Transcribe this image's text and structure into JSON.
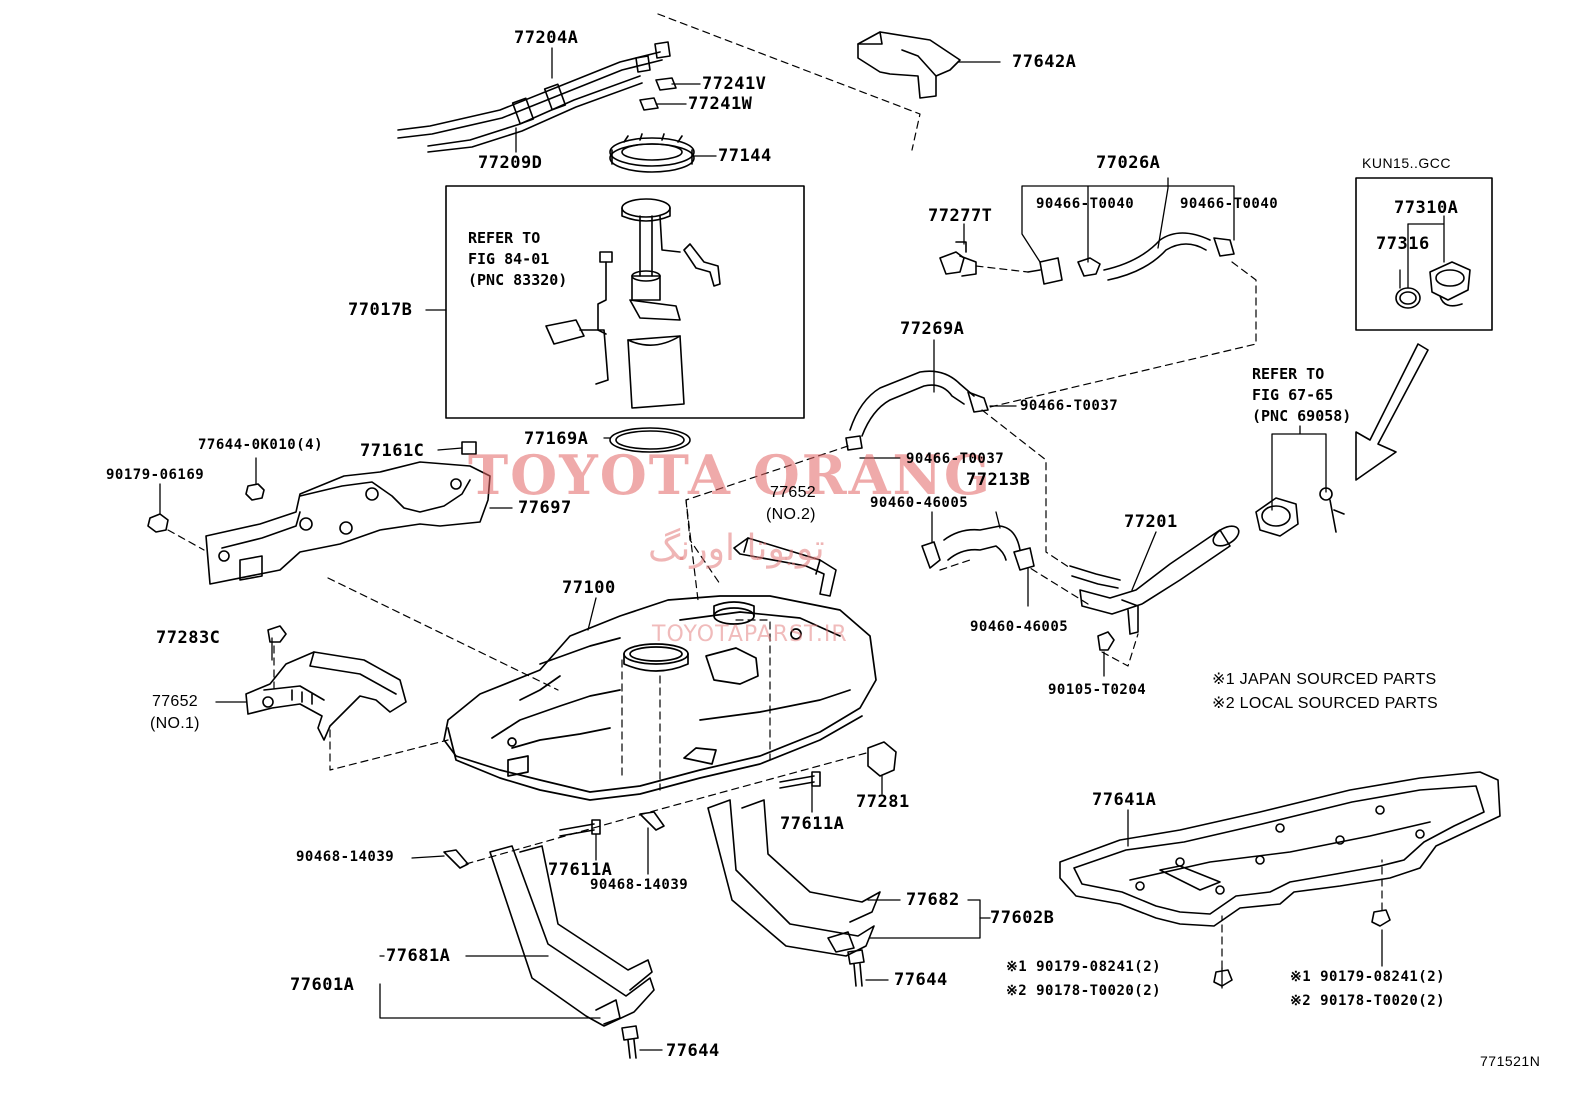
{
  "watermark": {
    "brand": "TOYOTA ORANG",
    "persian": "تویوتا اورنگ",
    "url": "TOYOTAPARST.IR"
  },
  "parts": {
    "p77204A": "77204A",
    "p77241V": "77241V",
    "p77241W": "77241W",
    "p77209D": "77209D",
    "p77144": "77144",
    "p77642A": "77642A",
    "p77017B": "77017B",
    "p77026A": "77026A",
    "p77277T": "77277T",
    "p90466T0040a": "90466-T0040",
    "p90466T0040b": "90466-T0040",
    "p77269A": "77269A",
    "p90466T0037a": "90466-T0037",
    "p90466T0037b": "90466-T0037",
    "p77169A": "77169A",
    "p77161C": "77161C",
    "p776440K010": "77644-0K010(4)",
    "p9017906169": "90179-06169",
    "p77697": "77697",
    "p77652no2": "77652",
    "p77652no2sub": "(NO.2)",
    "p77213B": "77213B",
    "p90460a": "90460-46005",
    "p90460b": "90460-46005",
    "p77201": "77201",
    "p77100": "77100",
    "p77283C": "77283C",
    "p77652no1": "77652",
    "p77652no1sub": "(NO.1)",
    "p90105T0204": "90105-T0204",
    "p77281": "77281",
    "p77611Aa": "77611A",
    "p77611Ab": "77611A",
    "p90468a": "90468-14039",
    "p90468b": "90468-14039",
    "p77641A": "77641A",
    "p77682": "77682",
    "p77602B": "77602B",
    "p77644a": "77644",
    "p77681A": "77681A",
    "p77601A": "77601A",
    "p77644b": "77644",
    "p9017908241a": "※1 90179-08241(2)",
    "p90178T0020a": "※2 90178-T0020(2)",
    "p9017908241b": "※1 90179-08241(2)",
    "p90178T0020b": "※2 90178-T0020(2)",
    "p77310A": "77310A",
    "p77316": "77316"
  },
  "references": {
    "ref1_line1": "REFER TO",
    "ref1_line2": "FIG 84-01",
    "ref1_line3": "(PNC 83320)",
    "ref2_line1": "REFER TO",
    "ref2_line2": "FIG 67-65",
    "ref2_line3": "(PNC 69058)"
  },
  "legend": {
    "japan": "※1 JAPAN SOURCED PARTS",
    "local": "※2  LOCAL SOURCED PARTS"
  },
  "inset": {
    "title": "KUN15..GCC"
  },
  "figure_code": "771521N"
}
